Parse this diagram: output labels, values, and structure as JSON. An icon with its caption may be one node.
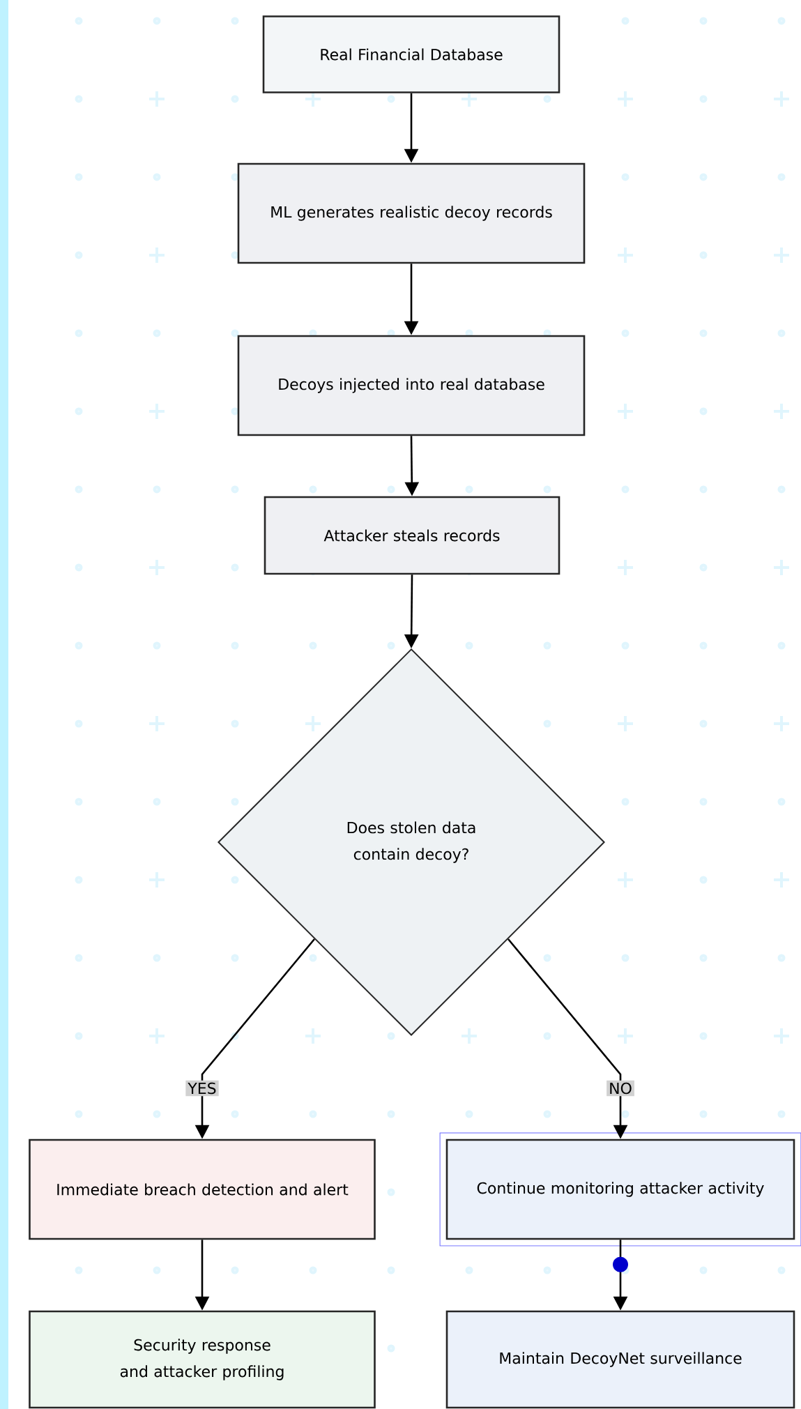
{
  "diagram": {
    "nodes": [
      {
        "text": [
          "Real Financial Database"
        ]
      },
      {
        "text": [
          "ML generates realistic decoy records"
        ]
      },
      {
        "text": [
          "Decoys injected into real database"
        ]
      },
      {
        "text": [
          "Attacker steals records"
        ]
      },
      {
        "text": [
          "Does stolen data contain decoy?"
        ]
      },
      {
        "text": [
          "Immediate breach detection and alert"
        ]
      },
      {
        "text": [
          "Continue monitoring attacker activity"
        ]
      },
      {
        "text": [
          "Security response and attacker profiling"
        ]
      },
      {
        "text": [
          "Maintain DecoyNet surveillance"
        ]
      }
    ],
    "edges": [
      {
        "from": 0,
        "to": 1,
        "arrow": "to"
      },
      {
        "from": 1,
        "to": 2,
        "arrow": "to"
      },
      {
        "from": 2,
        "to": 3,
        "arrow": "to"
      },
      {
        "from": 3,
        "to": 4,
        "arrow": "to"
      },
      {
        "from": 4,
        "to": 5,
        "arrow": "to",
        "label": "YES"
      },
      {
        "from": 4,
        "to": 6,
        "arrow": "to",
        "label": "NO"
      },
      {
        "from": 5,
        "to": 7,
        "arrow": "to"
      },
      {
        "from": 6,
        "to": 8,
        "arrow": "to"
      }
    ]
  }
}
